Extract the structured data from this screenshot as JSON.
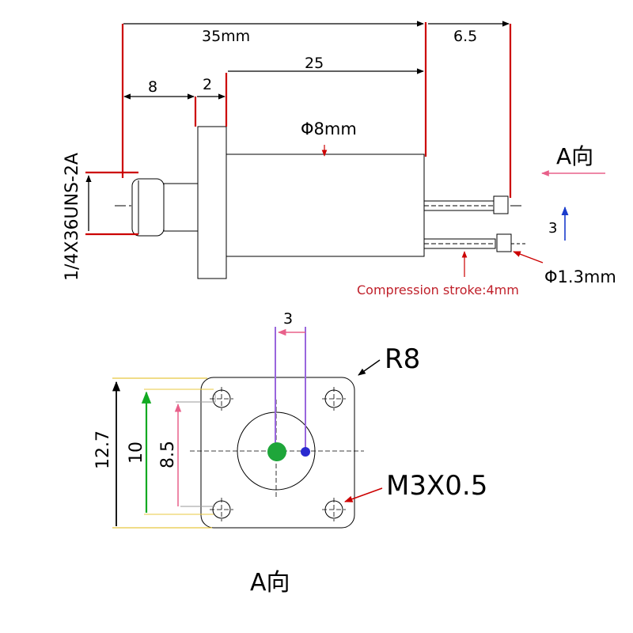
{
  "dims": {
    "total_length": "35mm",
    "tail_length": "6.5",
    "body_length": "25",
    "thread_length": "8",
    "flange_thickness": "2",
    "body_diameter": "Φ8mm",
    "thread_spec": "1/4X36UNS-2A",
    "pin_spacing": "3",
    "pin_diameter": "Φ1.3mm",
    "stroke_note": "Compression stroke:4mm",
    "view_arrow_label": "A向"
  },
  "end_view": {
    "offset": "3",
    "corner_radius": "R8",
    "hole_thread": "M3X0.5",
    "outer_width": "12.7",
    "hole_span": "10",
    "inner_span": "8.5",
    "title": "A向"
  },
  "colors": {
    "line": "#000000",
    "dim_red": "#cc0000",
    "dim_blue": "#1a3ccc",
    "dim_pink": "#e8608a",
    "dim_purple": "#9966dd",
    "dim_green": "#11aa22",
    "dim_yellow": "#e8c840",
    "label_red": "#c0202a",
    "dot_green": "#1ea63a",
    "dot_blue": "#2a2ad0"
  }
}
